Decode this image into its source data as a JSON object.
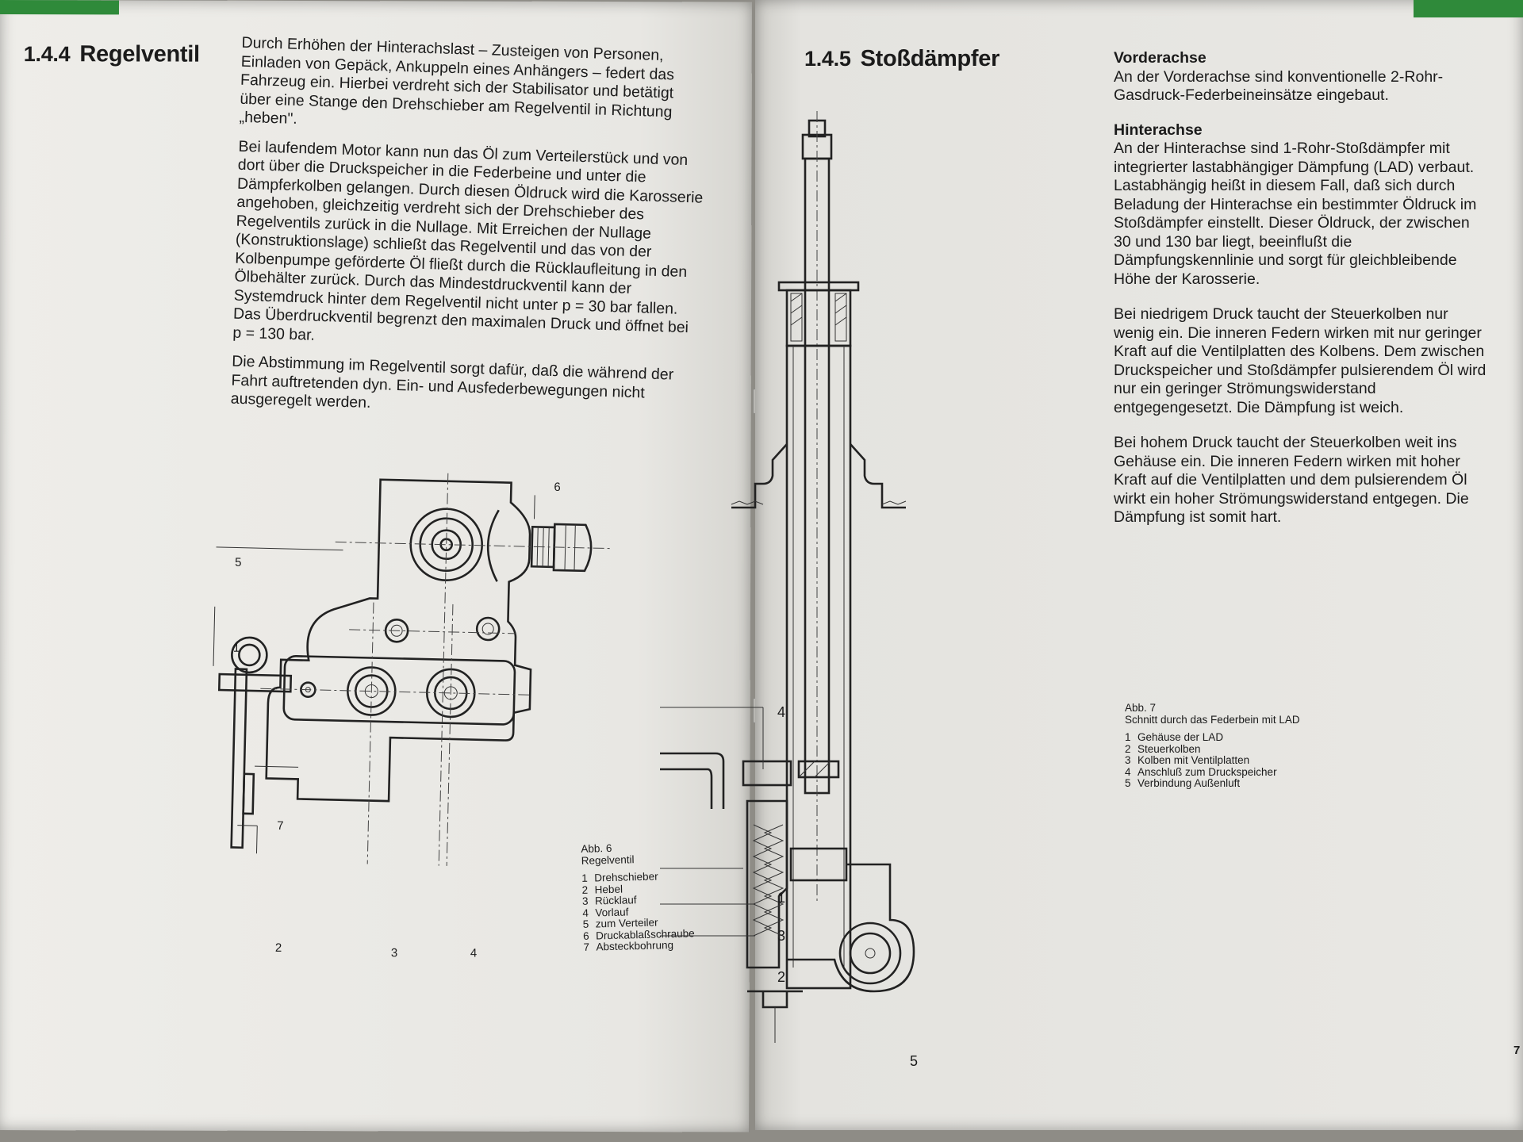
{
  "left_page": {
    "section": {
      "number": "1.4.4",
      "title": "Regelventil"
    },
    "paragraphs": [
      "Durch Erhöhen der Hinterachslast – Zusteigen von Personen, Einladen von Gepäck, Ankuppeln eines Anhängers – federt das Fahrzeug ein. Hierbei verdreht sich der Stabilisator und betätigt über eine Stange den Drehschieber am Regelventil in Richtung „heben\".",
      "Bei laufendem Motor kann nun das Öl zum Verteilerstück und von dort über die Druckspeicher in die Federbeine und unter die Dämpferkolben gelangen. Durch diesen Öldruck wird die Karosserie angehoben, gleichzeitig verdreht sich der Drehschieber des Regelventils zurück in die Nullage. Mit Erreichen der Nullage (Konstruktionslage) schließt das Regelventil und das von der Kolbenpumpe geförderte Öl fließt durch die Rücklaufleitung in den Ölbehälter zurück. Durch das Mindestdruckventil kann der Systemdruck hinter dem Regelventil nicht unter p = 30 bar fallen. Das Überdruckventil begrenzt den maximalen Druck und öffnet bei p = 130 bar.",
      "Die Abstimmung im Regelventil sorgt dafür, daß die während der Fahrt auftretenden dyn. Ein- und Ausfederbewegungen nicht ausgeregelt werden."
    ],
    "figure": {
      "label": "Abb. 6",
      "title": "Regelventil",
      "legend": [
        {
          "n": "1",
          "text": "Drehschieber"
        },
        {
          "n": "2",
          "text": "Hebel"
        },
        {
          "n": "3",
          "text": "Rücklauf"
        },
        {
          "n": "4",
          "text": "Vorlauf"
        },
        {
          "n": "5",
          "text": "zum Verteiler"
        },
        {
          "n": "6",
          "text": "Druckablaßschraube"
        },
        {
          "n": "7",
          "text": "Absteckbohrung"
        }
      ],
      "callouts": [
        "1",
        "2",
        "3",
        "4",
        "5",
        "6",
        "7"
      ]
    }
  },
  "right_page": {
    "section": {
      "number": "1.4.5",
      "title": "Stoßdämpfer"
    },
    "blocks": [
      {
        "heading": "Vorderachse",
        "text": "An der Vorderachse sind konventionelle 2-Rohr-Gasdruck-Federbeineinsätze eingebaut."
      },
      {
        "heading": "Hinterachse",
        "text": "An der Hinterachse sind 1-Rohr-Stoßdämpfer mit integrierter lastabhängiger Dämpfung (LAD) verbaut."
      },
      {
        "heading": "",
        "text": "Lastabhängig heißt in diesem Fall, daß sich durch Beladung der Hinterachse ein bestimmter Öldruck im Stoßdämpfer einstellt. Dieser Öldruck, der zwischen 30 und 130 bar liegt, beeinflußt die Dämpfungskennlinie und sorgt für gleichbleibende Höhe der Karosserie."
      },
      {
        "heading": "",
        "text": "Bei niedrigem Druck taucht der Steuerkolben nur wenig ein. Die inneren Federn wirken mit nur geringer Kraft auf die Ventilplatten des Kolbens. Dem zwischen Druckspeicher und Stoßdämpfer pulsierendem Öl wird nur ein geringer Strömungswiderstand entgegengesetzt. Die Dämpfung ist weich."
      },
      {
        "heading": "",
        "text": "Bei hohem Druck taucht der Steuerkolben weit ins Gehäuse ein. Die inneren Federn wirken mit hoher Kraft auf die Ventilplatten und dem pulsierendem Öl wirkt ein hoher Strömungswiderstand entgegen. Die Dämpfung ist somit hart."
      }
    ],
    "figure": {
      "label": "Abb. 7",
      "title": "Schnitt durch das Federbein mit LAD",
      "legend": [
        {
          "n": "1",
          "text": "Gehäuse der LAD"
        },
        {
          "n": "2",
          "text": "Steuerkolben"
        },
        {
          "n": "3",
          "text": "Kolben mit Ventilplatten"
        },
        {
          "n": "4",
          "text": "Anschluß zum Druckspeicher"
        },
        {
          "n": "5",
          "text": "Verbindung Außenluft"
        }
      ],
      "callouts": [
        "4",
        "1",
        "3",
        "2",
        "5"
      ]
    },
    "page_number": "7"
  },
  "colors": {
    "paper": "#e9e8e4",
    "ink": "#1b1b1b",
    "green_strip": "#2f8a3a",
    "background": "#8e8c86"
  }
}
